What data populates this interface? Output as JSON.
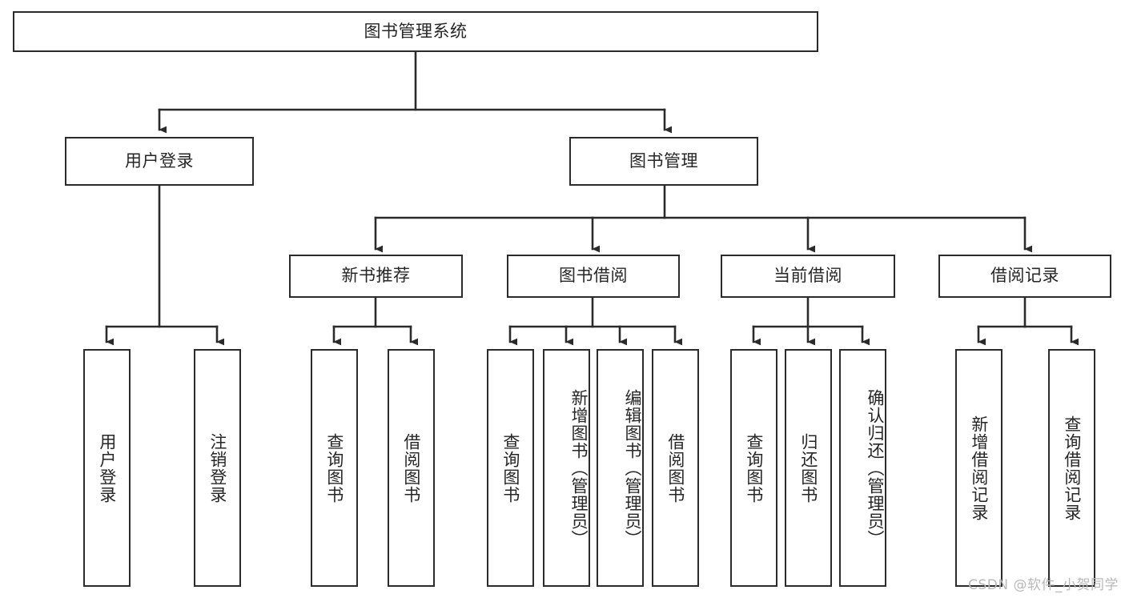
{
  "diagram": {
    "type": "tree-hierarchy",
    "title": "图书管理系统",
    "orientation": "top-down",
    "colors": {
      "box_border": "#2b2b2b",
      "box_fill": "#ffffff",
      "edge": "#2b2b2b",
      "text": "#262626",
      "watermark": "#b9b9b9",
      "background": "#ffffff"
    },
    "root": {
      "label": "图书管理系统"
    },
    "level2": [
      {
        "label": "用户登录"
      },
      {
        "label": "图书管理"
      }
    ],
    "level3": [
      {
        "label": "新书推荐"
      },
      {
        "label": "图书借阅"
      },
      {
        "label": "当前借阅"
      },
      {
        "label": "借阅记录"
      }
    ],
    "leaves": {
      "user_login": [
        {
          "label": "用户登录"
        },
        {
          "label": "注销登录"
        }
      ],
      "new_book_recommend": [
        {
          "label": "查询图书"
        },
        {
          "label": "借阅图书"
        }
      ],
      "book_borrow": [
        {
          "label": "查询图书"
        },
        {
          "label": "新增图书（管理员）"
        },
        {
          "label": "编辑图书（管理员）"
        },
        {
          "label": "借阅图书"
        }
      ],
      "current_borrow": [
        {
          "label": "查询图书"
        },
        {
          "label": "归还图书"
        },
        {
          "label": "确认归还（管理员）"
        }
      ],
      "borrow_record": [
        {
          "label": "新增借阅记录"
        },
        {
          "label": "查询借阅记录"
        }
      ]
    }
  },
  "watermark": {
    "text": "CSDN @软件_小贺同学"
  }
}
